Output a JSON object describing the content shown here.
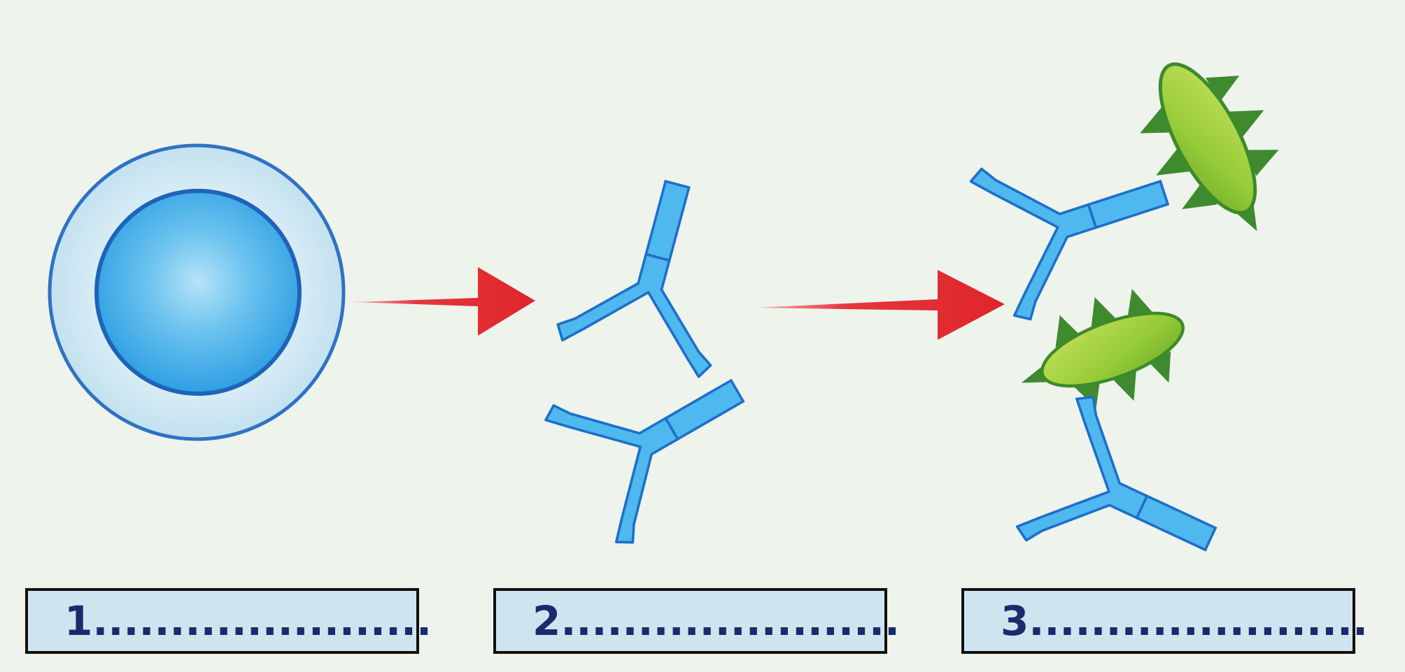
{
  "labels": [
    {
      "text": "1......................"
    },
    {
      "text": "2......................"
    },
    {
      "text": "3......................"
    }
  ],
  "colors": {
    "background": "#eef3ec",
    "cell_outer_fill": "#cfe6f2",
    "cell_outline": "#2f72c4",
    "cell_nucleus": "#3ea6e8",
    "antibody_fill": "#4fb8ef",
    "antibody_outline": "#1e6fc8",
    "arrow": "#e0252b",
    "pathogen_fill": "#9ccf3a",
    "pathogen_outline": "#3d8a2a",
    "pathogen_spikes": "#3f8a2f",
    "label_box_fill": "#cfe4ef",
    "label_text": "#1a2a6c"
  },
  "icons": [
    "b-cell-icon",
    "antibody-icon",
    "pathogen-icon",
    "arrow-icon"
  ]
}
